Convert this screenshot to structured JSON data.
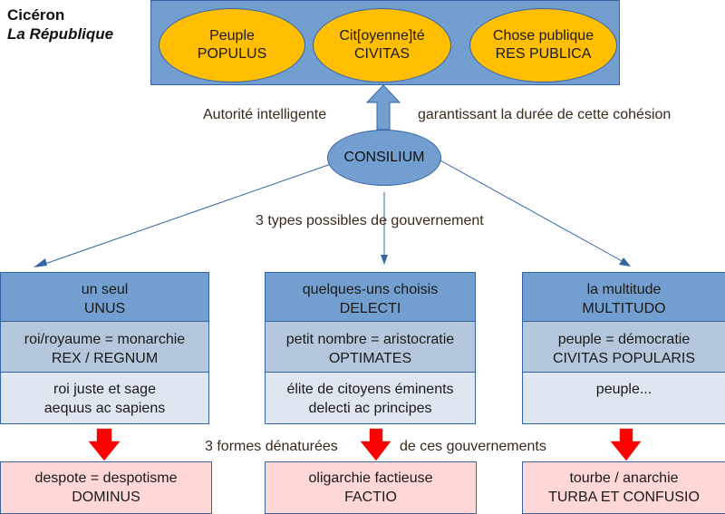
{
  "title": {
    "author": "Cicéron",
    "work": "La République"
  },
  "top": {
    "items": [
      {
        "fr": "Peuple",
        "la": "POPULUS"
      },
      {
        "fr": "Cit[oyenne]té",
        "la": "CIVITAS"
      },
      {
        "fr": "Chose publique",
        "la": "RES PUBLICA"
      }
    ]
  },
  "labels": {
    "left": "Autorité intelligente",
    "right": "garantissant la durée de cette cohésion",
    "types": "3 types possibles de gouvernement",
    "degenerate_left": "3 formes dénaturées",
    "degenerate_right": "de ces gouvernements"
  },
  "center": {
    "label": "CONSILIUM"
  },
  "governments": [
    {
      "header": {
        "fr": "un seul",
        "la": "UNUS"
      },
      "form": {
        "fr": "roi/royaume = monarchie",
        "la": "REX / REGNUM"
      },
      "ideal": {
        "fr": "roi juste et sage",
        "la": "aequus ac sapiens"
      },
      "degenerate": {
        "fr": "despote = despotisme",
        "la": "DOMINUS"
      }
    },
    {
      "header": {
        "fr": "quelques-uns choisis",
        "la": "DELECTI"
      },
      "form": {
        "fr": "petit nombre = aristocratie",
        "la": "OPTIMATES"
      },
      "ideal": {
        "fr": "élite de citoyens éminents",
        "la": "delecti ac principes"
      },
      "degenerate": {
        "fr": "oligarchie factieuse",
        "la": "FACTIO"
      }
    },
    {
      "header": {
        "fr": "la multitude",
        "la": "MULTITUDO"
      },
      "form": {
        "fr": "peuple = démocratie",
        "la": "CIVITAS POPULARIS"
      },
      "ideal": {
        "fr": "peuple...",
        "la": ""
      },
      "degenerate": {
        "fr": "tourbe / anarchie",
        "la": "TURBA ET CONFUSIO"
      }
    }
  ],
  "colors": {
    "blue": "#729fcf",
    "blue_border": "#3465a4",
    "gold": "#ffbf00",
    "mid_blue": "#b4c7dc",
    "light_blue": "#dee6ef",
    "pink": "#ffd7d7",
    "red_arrow": "#ff0000"
  }
}
